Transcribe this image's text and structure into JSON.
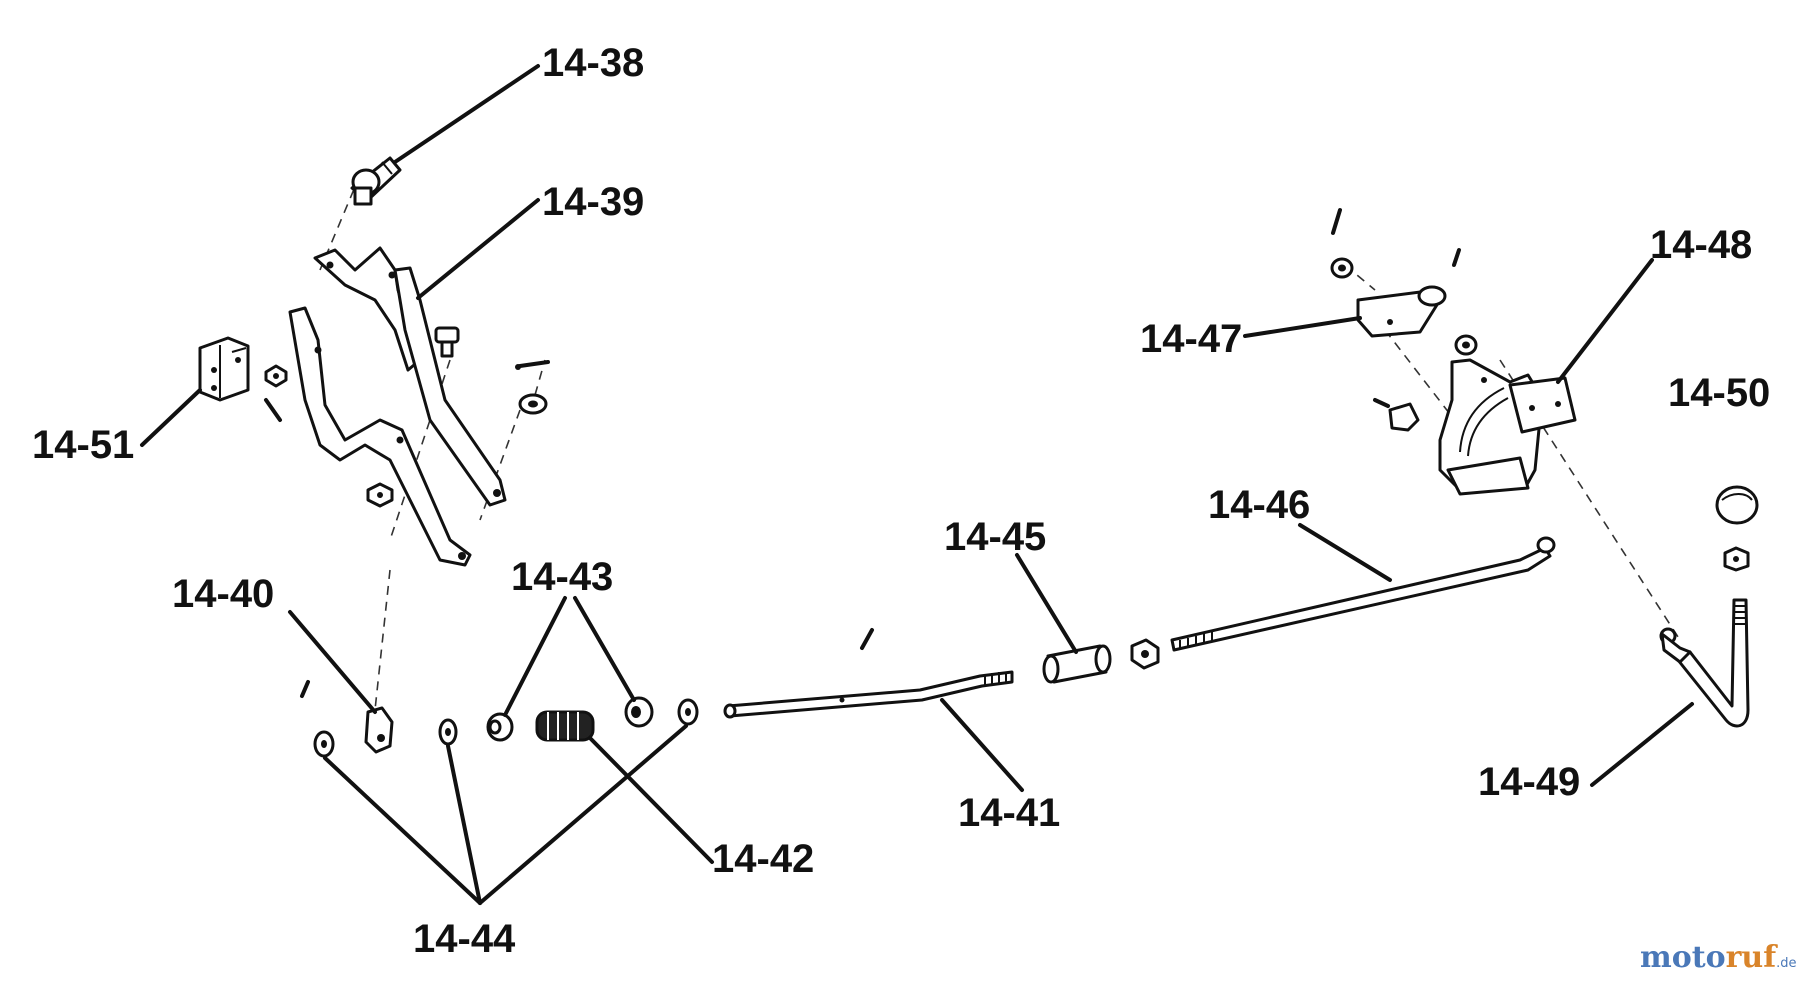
{
  "diagram": {
    "labels": {
      "p38": "14-38",
      "p39": "14-39",
      "p40": "14-40",
      "p41": "14-41",
      "p42": "14-42",
      "p43": "14-43",
      "p44": "14-44",
      "p45": "14-45",
      "p46": "14-46",
      "p47": "14-47",
      "p48": "14-48",
      "p49": "14-49",
      "p50": "14-50",
      "p51": "14-51"
    }
  },
  "watermark": {
    "part1": "moto",
    "part2": "ruf",
    "suffix": ".de"
  },
  "colors": {
    "ink": "#111111",
    "watermark_blue": "#4a78b8",
    "watermark_orange": "#d9842a"
  }
}
